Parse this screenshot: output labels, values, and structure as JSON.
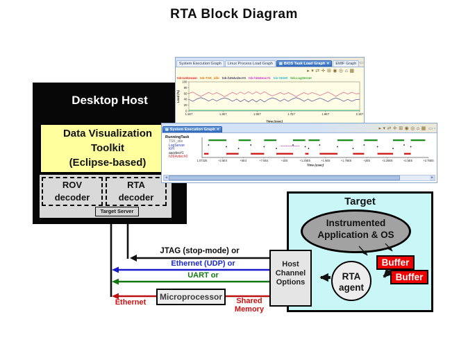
{
  "title": "RTA Block Diagram",
  "colors": {
    "host_box": "#070707",
    "toolkit_yellow": "#ffff9e",
    "target_cyan": "#c9f6f7",
    "buffer_red": "#ee0000",
    "jtag_line": "#111111",
    "ethernet_udp_line": "#1a1acc",
    "uart_line": "#117711",
    "ethernet_line": "#bb1111"
  },
  "desktop_host": {
    "label": "Desktop Host",
    "toolkit_line1": "Data Visualization",
    "toolkit_line2": "Toolkit",
    "toolkit_line3": "(Eclipse-based)",
    "rov_line1": "ROV",
    "rov_line2": "decoder",
    "rta_line1": "RTA",
    "rta_line2": "decoder",
    "target_server": "Target Server"
  },
  "window_chrome": {
    "toolbar_icons": [
      {
        "name": "marker-icon",
        "glyph": "▸"
      },
      {
        "name": "dropdown-icon",
        "glyph": "▾"
      },
      {
        "name": "sync-icon",
        "glyph": "⇄"
      },
      {
        "name": "crosshair-icon",
        "glyph": "✛"
      },
      {
        "name": "grid-icon",
        "glyph": "⊞"
      },
      {
        "name": "zoom-in-icon",
        "glyph": "◉"
      },
      {
        "name": "zoom-out-icon",
        "glyph": "◎"
      },
      {
        "name": "home-icon",
        "glyph": "⌂"
      },
      {
        "name": "export-icon",
        "glyph": "▦"
      }
    ],
    "controls": [
      {
        "name": "minimize-icon",
        "glyph": "▭"
      },
      {
        "name": "restore-icon",
        "glyph": "▫"
      }
    ],
    "doc_glyph": "▤",
    "close_glyph": "✕",
    "scroll_left_glyph": "◂",
    "scroll_right_glyph": "▸"
  },
  "load_graph_window": {
    "tabs": [
      {
        "label": "System Execution Graph",
        "active": false
      },
      {
        "label": "Linux Process Load Graph",
        "active": false
      },
      {
        "label": "BIOS Task Load Graph",
        "active": true
      },
      {
        "label": "EMIF Graph",
        "active": false
      }
    ],
    "legend": [
      {
        "label": "tsk-Unknown",
        "color": "#ee2222"
      },
      {
        "label": "tsk-TSK_idle",
        "color": "#dd7711"
      },
      {
        "label": "tsk-h264vdec#0",
        "color": "#45456a"
      },
      {
        "label": "tsk-h264enc#1",
        "color": "#cc33cc"
      },
      {
        "label": "tsk-SEM0",
        "color": "#33bbcc"
      },
      {
        "label": "tsk-LogServer",
        "color": "#33aa33"
      }
    ]
  },
  "execution_graph_window": {
    "tab": "System Execution Graph",
    "row_header": "RunningTask",
    "row_labels": [
      {
        "label": "TSK_idle",
        "color": "#707070"
      },
      {
        "label": "LogServer",
        "color": "#2233bb"
      },
      {
        "label": "KPI",
        "color": "#2233bb"
      },
      {
        "label": "aacdec#1",
        "color": "#222222"
      },
      {
        "label": "h264vdec#0",
        "color": "#cc2222"
      }
    ]
  },
  "target": {
    "label": "Target",
    "instrumented_line1": "Instrumented",
    "instrumented_line2": "Application & OS",
    "buffer1": "Buffer",
    "buffer2": "Buffer",
    "rta_agent": "RTA agent"
  },
  "host_channel_options": "Host Channel Options",
  "connections": {
    "jtag": "JTAG (stop-mode) or",
    "ethernet_udp": "Ethernet (UDP) or",
    "uart": "UART or",
    "ethernet": "Ethernet",
    "shared_memory": "Shared Memory",
    "microprocessor": "Microprocessor"
  },
  "chart_data": [
    {
      "type": "line",
      "title": "BIOS Task Load Graph",
      "xlabel": "Time (usec)",
      "ylabel": "Load (%)",
      "ylim": [
        0,
        100
      ],
      "yticks": [
        0,
        20,
        40,
        60,
        80,
        100
      ],
      "xticks": [
        "1.1E7",
        "1.3E7",
        "1.5E7",
        "1.7E7",
        "1.9E7",
        "2.1E7"
      ],
      "grid": false,
      "legend_position": "top",
      "series": [
        {
          "name": "tsk-h264enc#1",
          "color": "#e0708c",
          "values": [
            60,
            65,
            57,
            50,
            57,
            64,
            57,
            63,
            57,
            49,
            57,
            64,
            57,
            65,
            58,
            66,
            58,
            66,
            58,
            66,
            58,
            52,
            57,
            63,
            57,
            63,
            57,
            49,
            57,
            63,
            57,
            63,
            59,
            53,
            59,
            65,
            58,
            50,
            58,
            64,
            58,
            64,
            59,
            60
          ]
        },
        {
          "name": "tsk-h264vdec#0",
          "color": "#5b5b9e",
          "values": [
            40,
            33,
            41,
            46,
            41,
            34,
            41,
            34,
            41,
            45,
            41,
            33,
            41,
            32,
            40,
            31,
            40,
            31,
            40,
            31,
            40,
            45,
            41,
            33,
            41,
            33,
            41,
            46,
            41,
            33,
            41,
            33,
            39,
            44,
            39,
            32,
            40,
            45,
            40,
            33,
            40,
            33,
            39,
            40
          ]
        },
        {
          "name": "tsk-LogServer",
          "color": "#22aa22",
          "constant": 2.5
        },
        {
          "name": "tsk-SEM0",
          "color": "#33bbcc",
          "constant": 1.2
        }
      ]
    },
    {
      "type": "execution-timeline",
      "title": "System Execution Graph",
      "xlabel": "Time (usec)",
      "xticks": [
        "1.07325",
        "+2.5E4",
        "+5E4",
        "+7.5E4",
        "+1E5",
        "+1.25E5",
        "+1.5E5",
        "+1.75E5",
        "+2E5",
        "+2.25E5",
        "+2.5E5",
        "+2.75E5"
      ],
      "rows": [
        "TSK_idle",
        "LogServer",
        "KPI",
        "aacdec#1",
        "h264vdec#0"
      ],
      "green_segments": [
        [
          0.02,
          0.1
        ],
        [
          0.155,
          0.21
        ],
        [
          0.27,
          0.325
        ],
        [
          0.4,
          0.455
        ],
        [
          0.47,
          0.52
        ],
        [
          0.6,
          0.67
        ],
        [
          0.72,
          0.78
        ],
        [
          0.85,
          0.9
        ],
        [
          0.93,
          0.995
        ]
      ],
      "red_segments": [
        [
          0.0,
          0.02
        ],
        [
          0.1,
          0.155
        ],
        [
          0.21,
          0.27
        ],
        [
          0.325,
          0.4
        ],
        [
          0.455,
          0.47
        ],
        [
          0.52,
          0.6
        ],
        [
          0.67,
          0.72
        ],
        [
          0.78,
          0.85
        ],
        [
          0.9,
          0.93
        ]
      ],
      "event_dots": [
        0.02,
        0.1,
        0.155,
        0.21,
        0.27,
        0.325,
        0.4,
        0.455,
        0.47,
        0.52,
        0.6,
        0.67,
        0.72,
        0.78,
        0.85,
        0.9,
        0.93
      ],
      "magenta_segment": [
        0.345,
        0.43
      ],
      "colors": {
        "running": "#1e8c1e",
        "preempted": "#cc1111",
        "dots": "#111111",
        "magenta": "#cc44cc"
      }
    }
  ]
}
